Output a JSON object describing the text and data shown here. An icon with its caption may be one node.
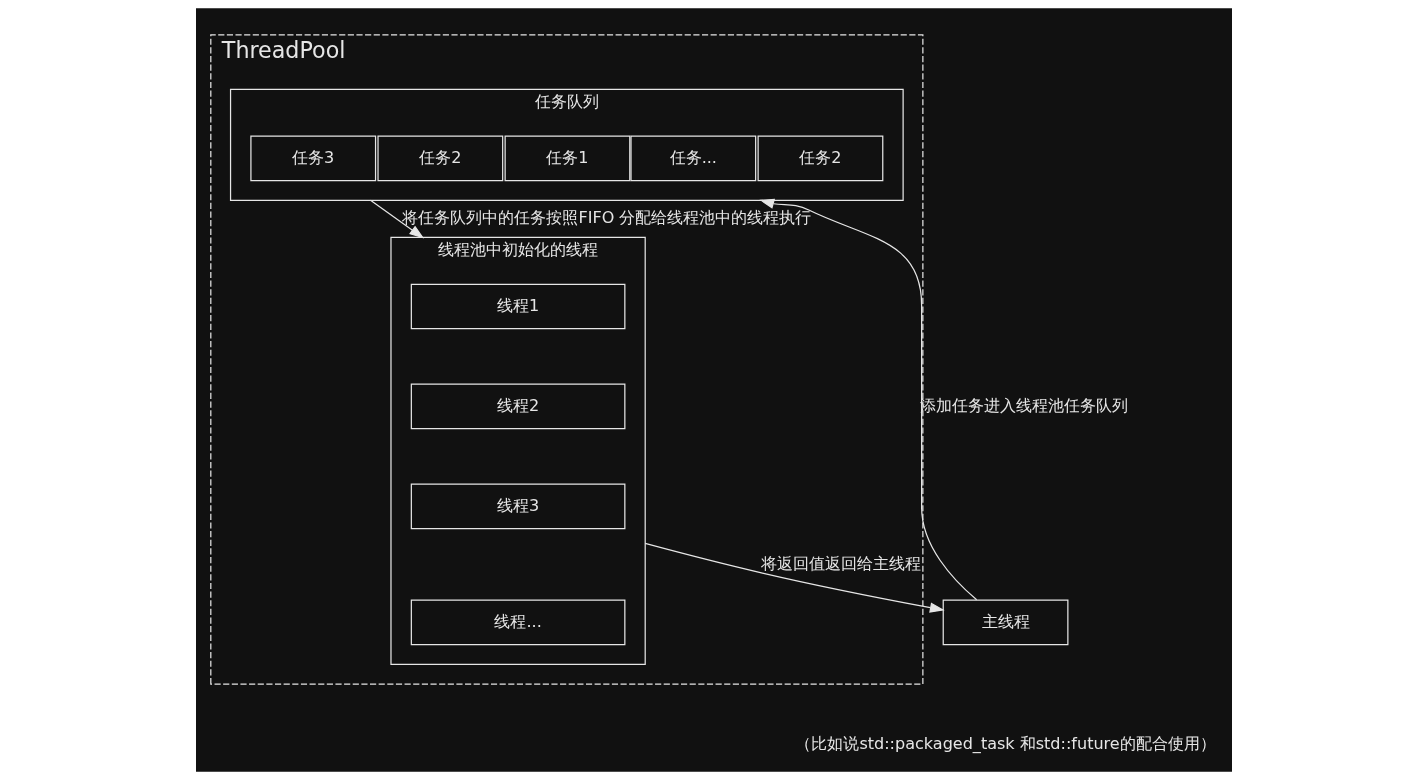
{
  "diagram": {
    "nodes": [
      {
        "text": [
          "ThreadPool"
        ]
      },
      {
        "text": [
          "任务队列"
        ],
        "in": 0
      },
      {
        "text": [
          "任务..."
        ],
        "in": 1
      },
      {
        "text": [
          "任务2"
        ],
        "in": 1
      },
      {
        "text": [
          "任务3"
        ],
        "in": 1
      },
      {
        "text": [
          "任务2"
        ],
        "in": 1
      },
      {
        "text": [
          "任务1"
        ],
        "in": 1
      },
      {
        "text": [
          "线程池中初始化的线程"
        ],
        "in": 0
      },
      {
        "text": [
          "线程1"
        ],
        "in": 7
      },
      {
        "text": [
          "线程2"
        ],
        "in": 7
      },
      {
        "text": [
          "线程3"
        ],
        "in": 7
      },
      {
        "text": [
          "线程..."
        ],
        "in": 7
      },
      {
        "text": [
          "主线程"
        ]
      }
    ],
    "edges": [
      {
        "from": 12,
        "to": 1,
        "arrow": "to",
        "label": "添加任务进入线程池任务队列"
      },
      {
        "from": 1,
        "to": 7,
        "arrow": "to",
        "label": "将任务队列中的任务按照FIFO 分配给线程池中的线程执行"
      },
      {
        "from": 7,
        "to": 12,
        "arrow": "to",
        "label": "将返回值返回给主线程"
      }
    ],
    "labels": [
      "（比如说std::packaged_task 和std::future的配合使用）"
    ]
  }
}
